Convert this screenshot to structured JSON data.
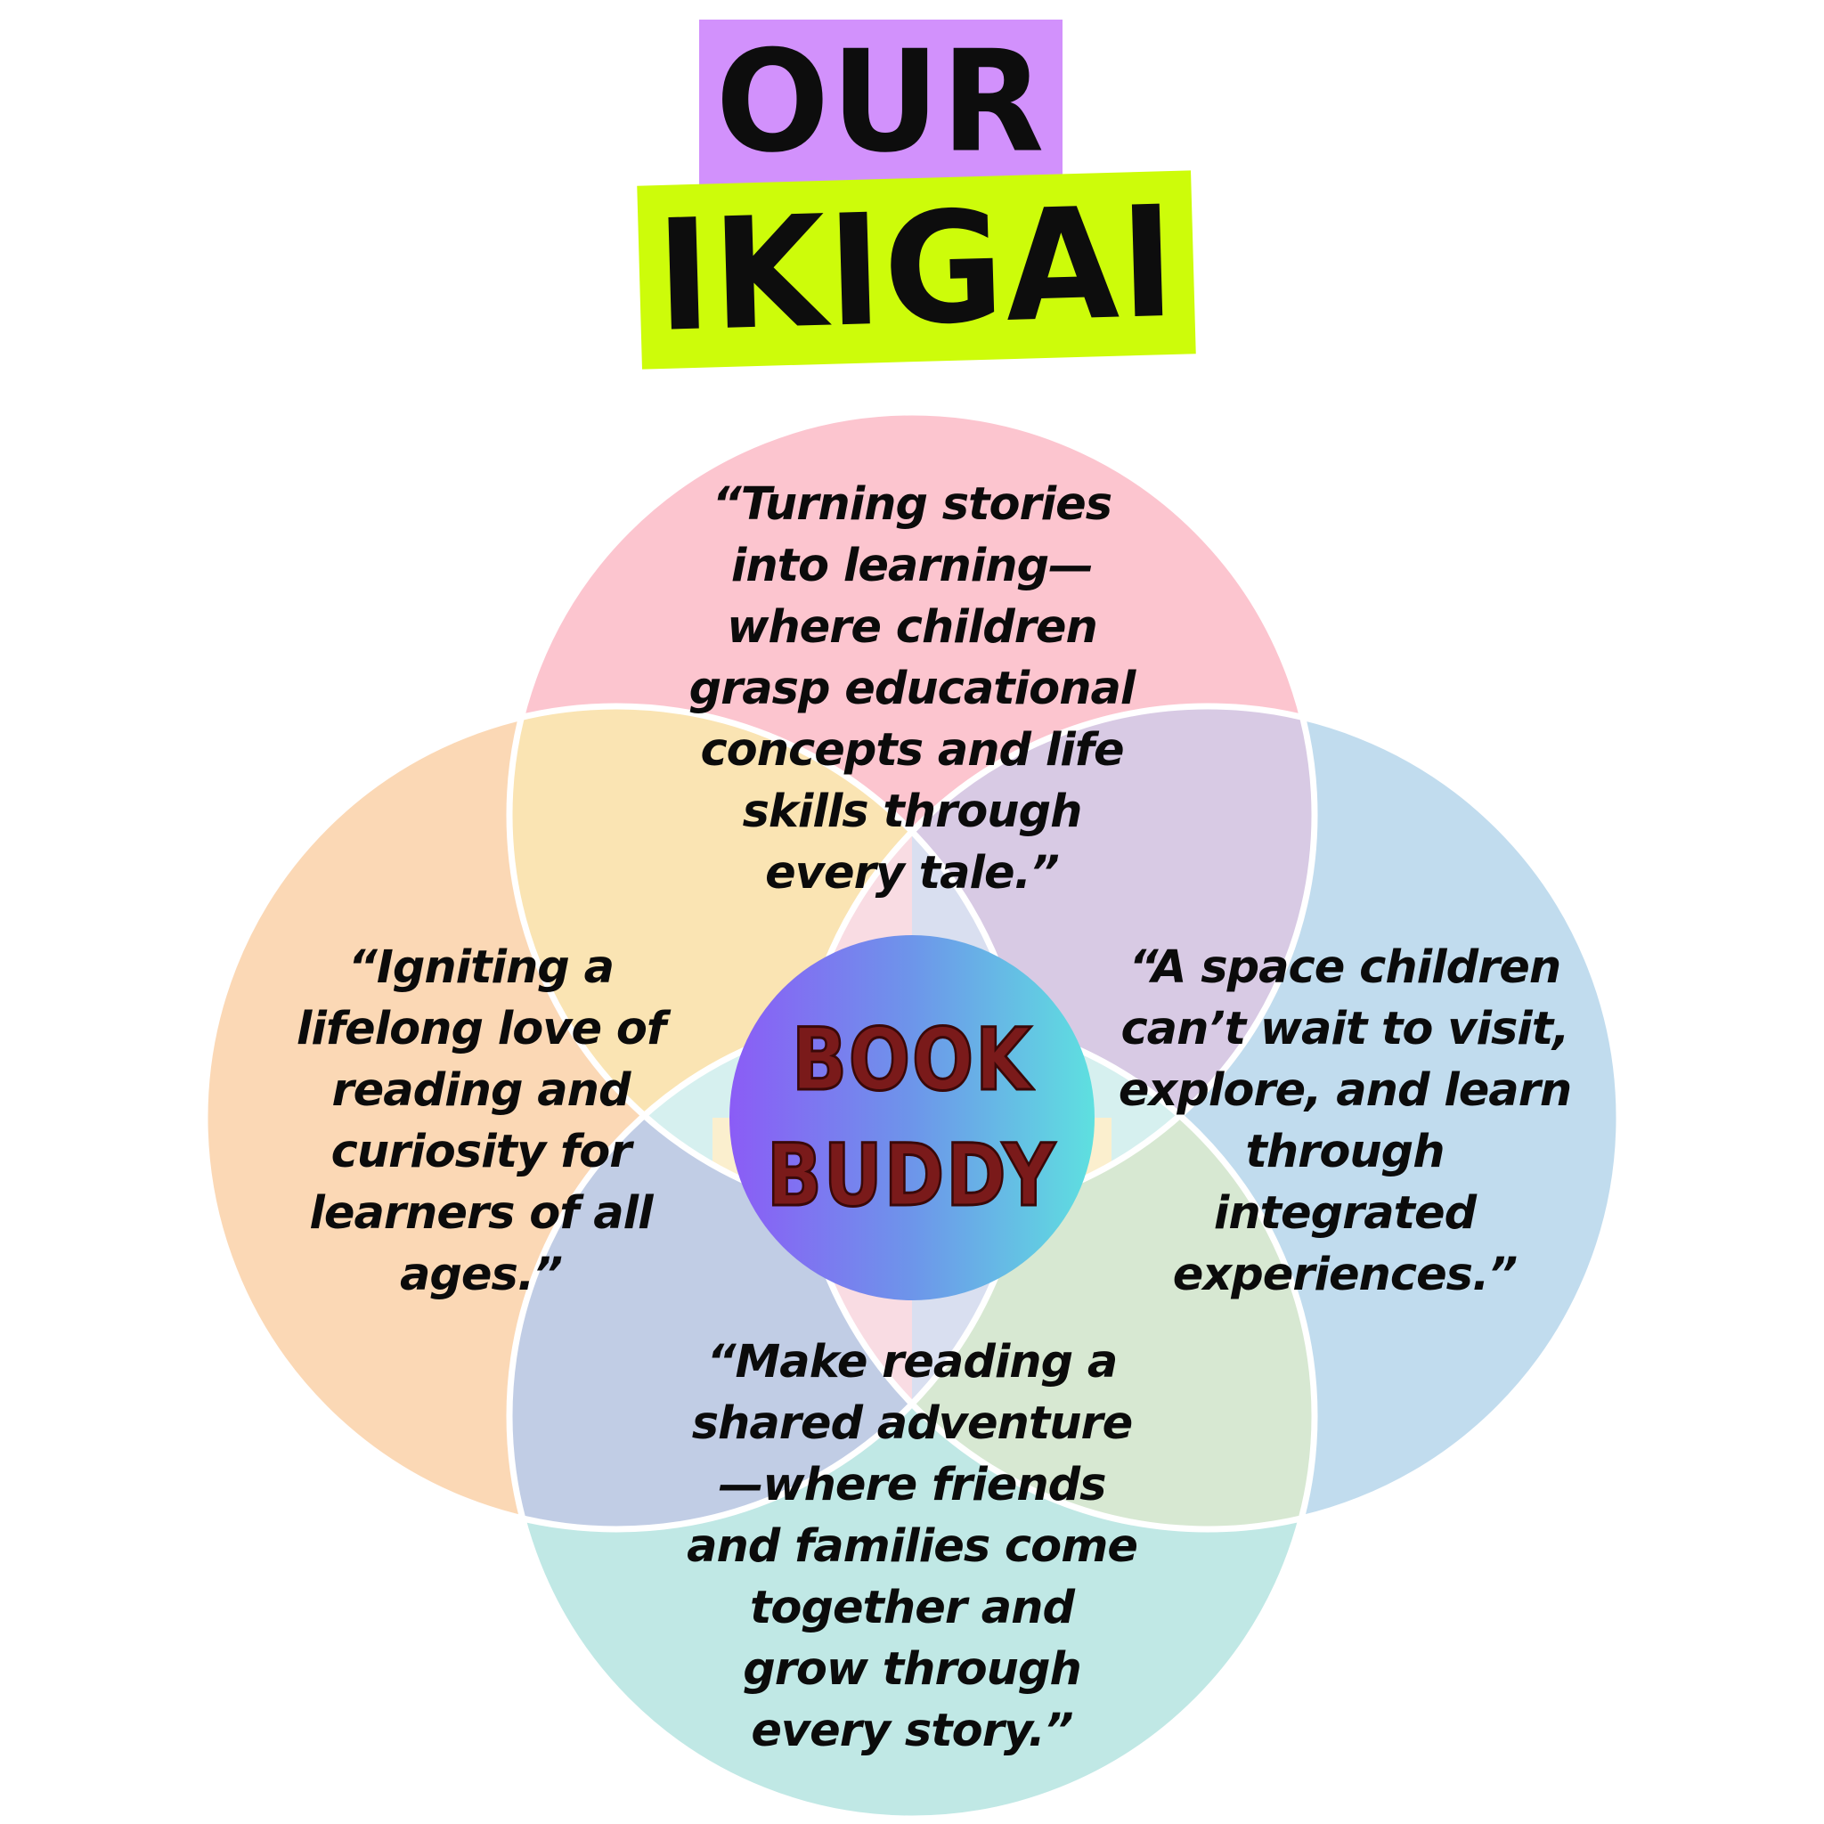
{
  "title": {
    "line1": "OUR",
    "line2": "IKIGAI",
    "line1_bg": "#d291fc",
    "line2_bg": "#cdfc0a"
  },
  "center": {
    "line1": "BOOK",
    "line2": "BUDDY",
    "gradient_from": "#8b5cf6",
    "gradient_to": "#5ee0e0",
    "text_color": "#7a1a1a"
  },
  "circles": {
    "top": {
      "color": "#fcc5cf"
    },
    "left": {
      "color": "#fbd8b5"
    },
    "right": {
      "color": "#c1dcee"
    },
    "bottom": {
      "color": "#c0e8e5"
    }
  },
  "overlaps": {
    "top_left": "#fae4b3",
    "top_right": "#d8cae4",
    "bottom_left": "#c1cde5",
    "bottom_right": "#d7e8d2",
    "inner_top": "#d6f0ef",
    "inner_left": "#f9dce3",
    "inner_right": "#d9dff0",
    "inner_bottom": "#fbefce"
  },
  "quotes": {
    "top": {
      "lines": [
        "“Turning stories",
        "into learning—",
        "where children",
        "grasp educational",
        "concepts and life",
        "skills through",
        "every tale.”"
      ]
    },
    "left": {
      "lines": [
        "“Igniting a",
        "lifelong love of",
        "reading and",
        "curiosity for",
        "learners of all",
        "ages.”"
      ]
    },
    "right": {
      "lines": [
        "“A space children",
        "can’t wait to visit,",
        "explore, and learn",
        "through",
        "integrated",
        "experiences.”"
      ]
    },
    "bottom": {
      "lines": [
        "“Make reading a",
        "shared adventure",
        "—where friends",
        "and families come",
        "together and",
        "grow through",
        "every story.”"
      ]
    }
  }
}
